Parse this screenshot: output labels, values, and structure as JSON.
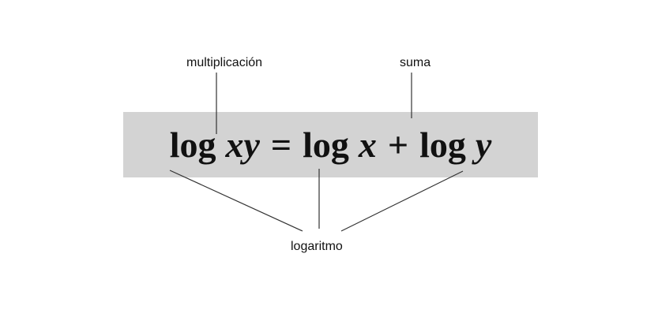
{
  "labels": {
    "multiplication": "multiplicación",
    "sum": "suma",
    "logarithm": "logaritmo"
  },
  "formula": {
    "log1": "log",
    "xy": "xy",
    "equals": "=",
    "log2": "log",
    "x": "x",
    "plus": "+",
    "log3": "log",
    "y": "y"
  },
  "colors": {
    "highlight_box": "#d3d3d3",
    "text": "#111111",
    "leader_lines": "#333333"
  }
}
